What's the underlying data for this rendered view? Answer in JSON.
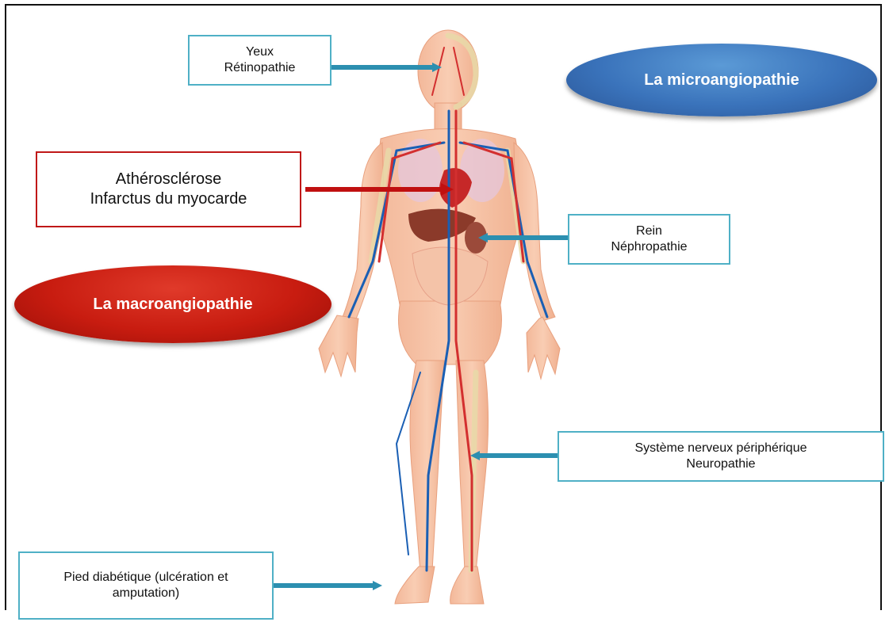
{
  "labels": {
    "eyes": {
      "line1": "Yeux",
      "line2": "Rétinopathie"
    },
    "heart": {
      "line1": "Athérosclérose",
      "line2": "Infarctus du myocarde"
    },
    "kidney": {
      "line1": "Rein",
      "line2": "Néphropathie"
    },
    "nerves": {
      "line1": "Système nerveux périphérique",
      "line2": "Neuropathie"
    },
    "foot": {
      "line1": "Pied diabétique (ulcération et",
      "line2": "amputation)"
    }
  },
  "categories": {
    "micro": "La microangiopathie",
    "macro": "La macroangiopathie"
  },
  "colors": {
    "micro_arrow": "#2c8fb0",
    "macro_arrow": "#c01010",
    "blue_border": "#4fb0c6",
    "red_border": "#c01818"
  }
}
